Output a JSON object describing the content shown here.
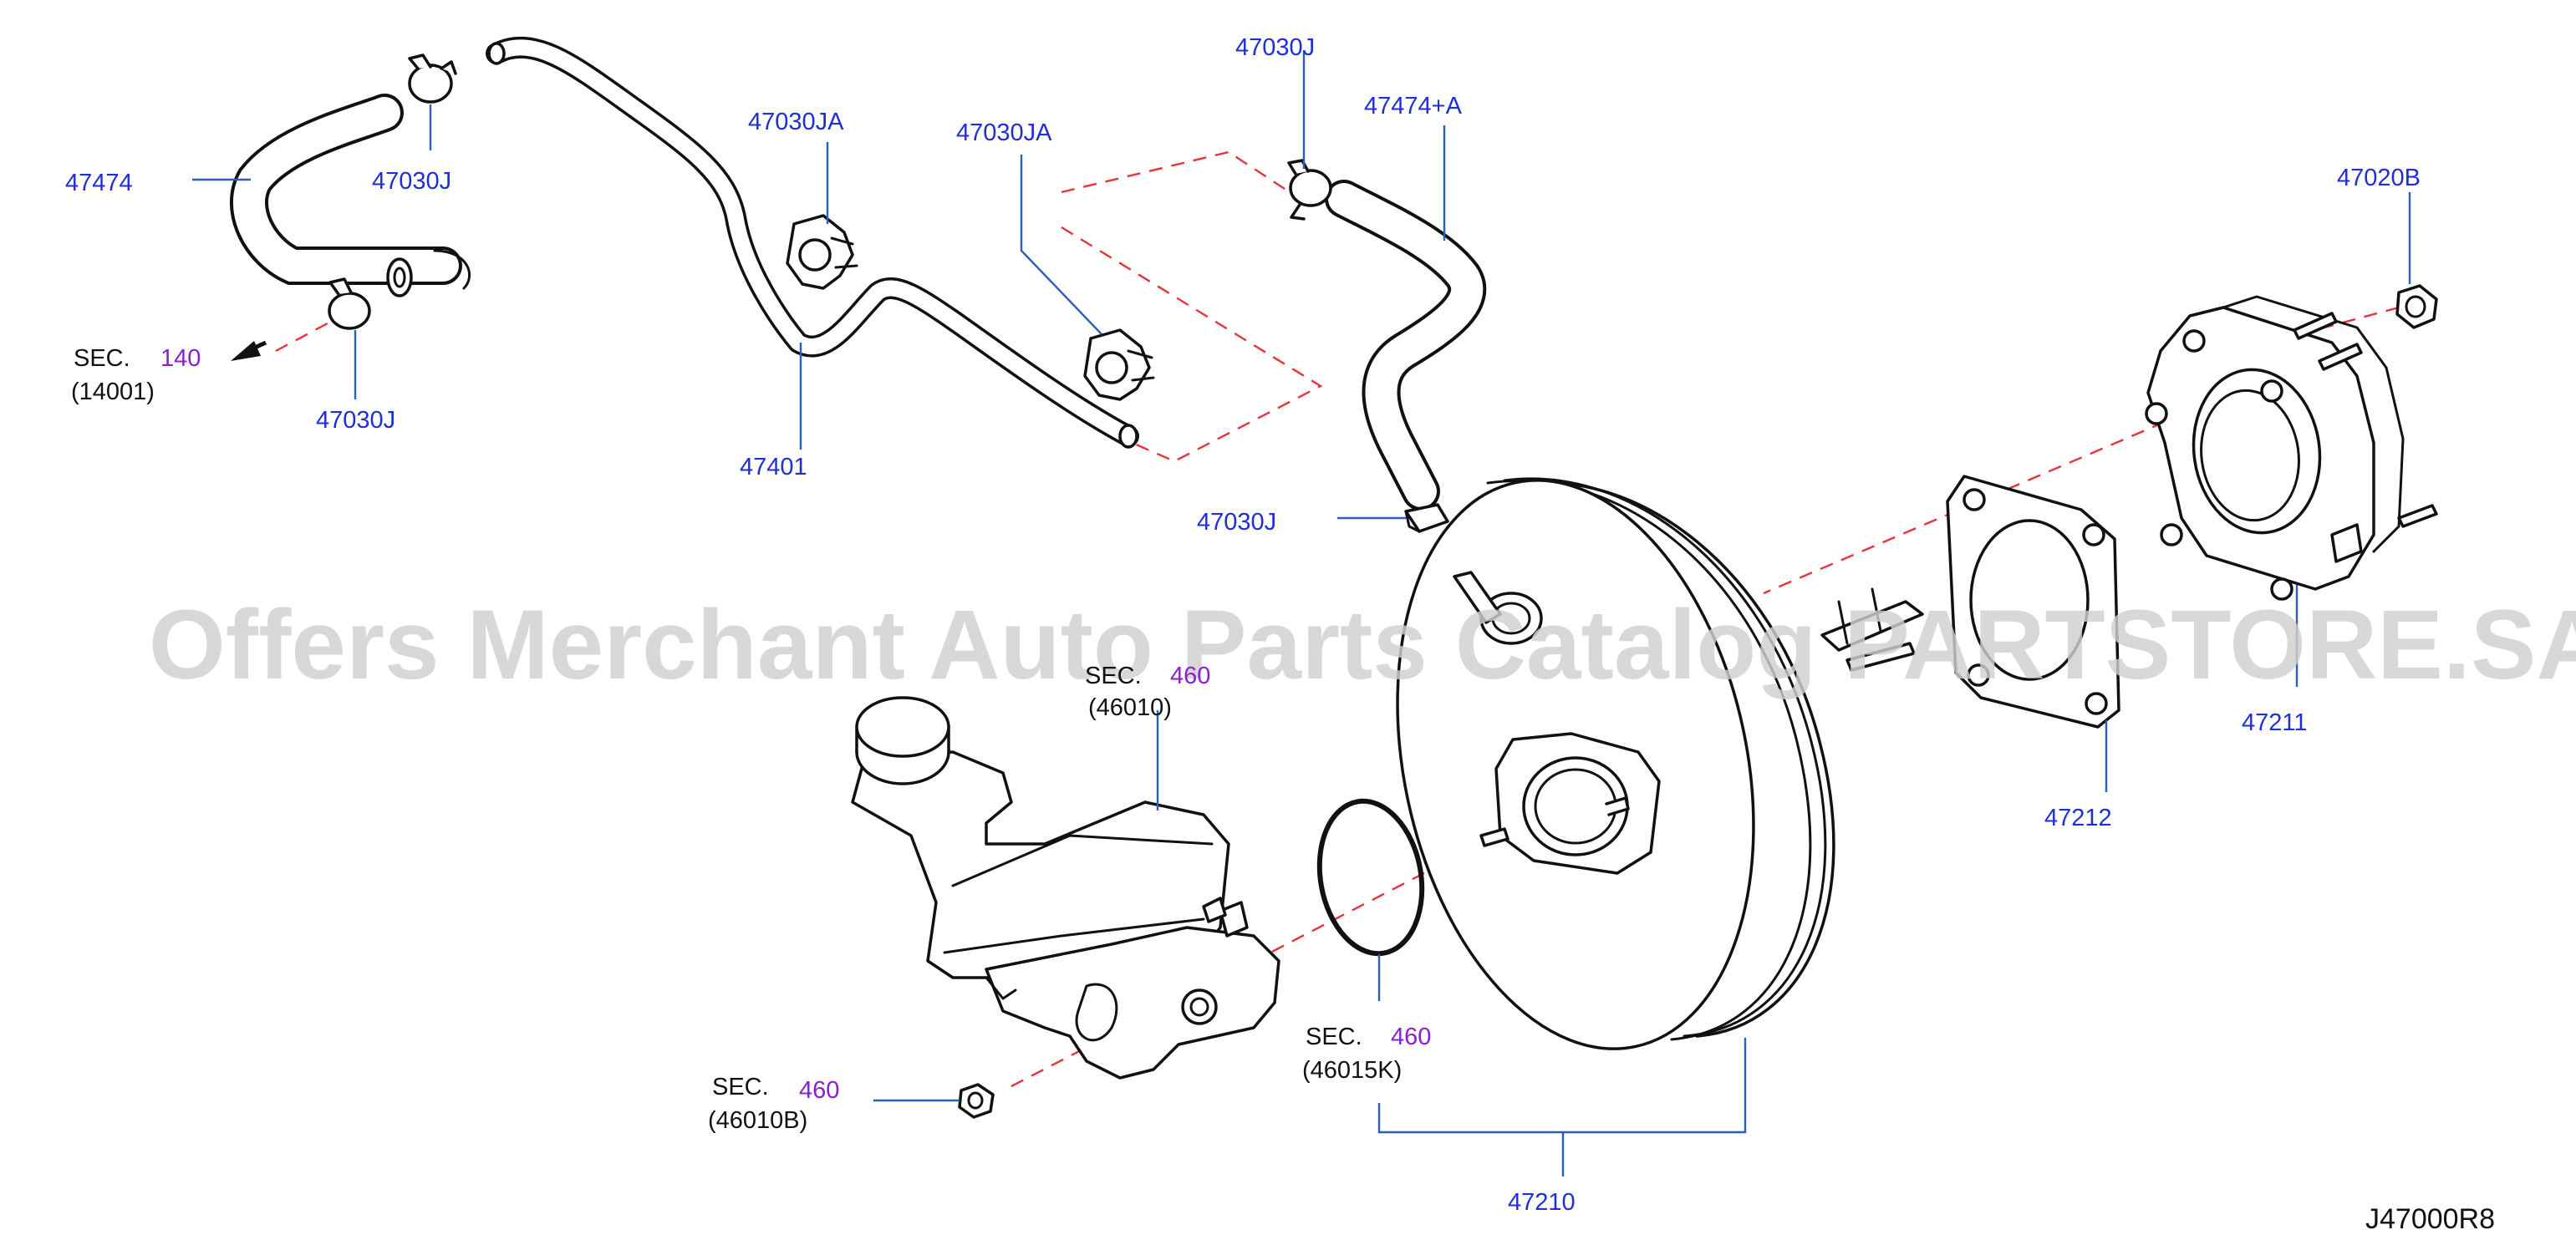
{
  "watermark": "Offers Merchant Auto Parts Catalog PARTSTORE.SA",
  "diagram_code": "J47000R8",
  "sec_word": "SEC.",
  "colors": {
    "part_number": "#1f2fd6",
    "section_number": "#8a1fd0",
    "leader": "#2b5fb8",
    "dashed_guide": "#e8323c",
    "outline": "#111111"
  },
  "labels": {
    "p47474": "47474",
    "p47030j_a": "47030J",
    "p47030j_b": "47030J",
    "p47401": "47401",
    "p47030ja_a": "47030JA",
    "p47030ja_b": "47030JA",
    "p47030j_c": "47030J",
    "p47474a": "47474+A",
    "p47030j_d": "47030J",
    "p47020b": "47020B",
    "p47211": "47211",
    "p47212": "47212",
    "p47210": "47210"
  },
  "sections": {
    "s140": {
      "num": "140",
      "ref": "(14001)"
    },
    "s460_top": {
      "num": "460",
      "ref": "(46010)"
    },
    "s460_ring": {
      "num": "460",
      "ref": "(46015K)"
    },
    "s460_nut": {
      "num": "460",
      "ref": "(46010B)"
    }
  }
}
